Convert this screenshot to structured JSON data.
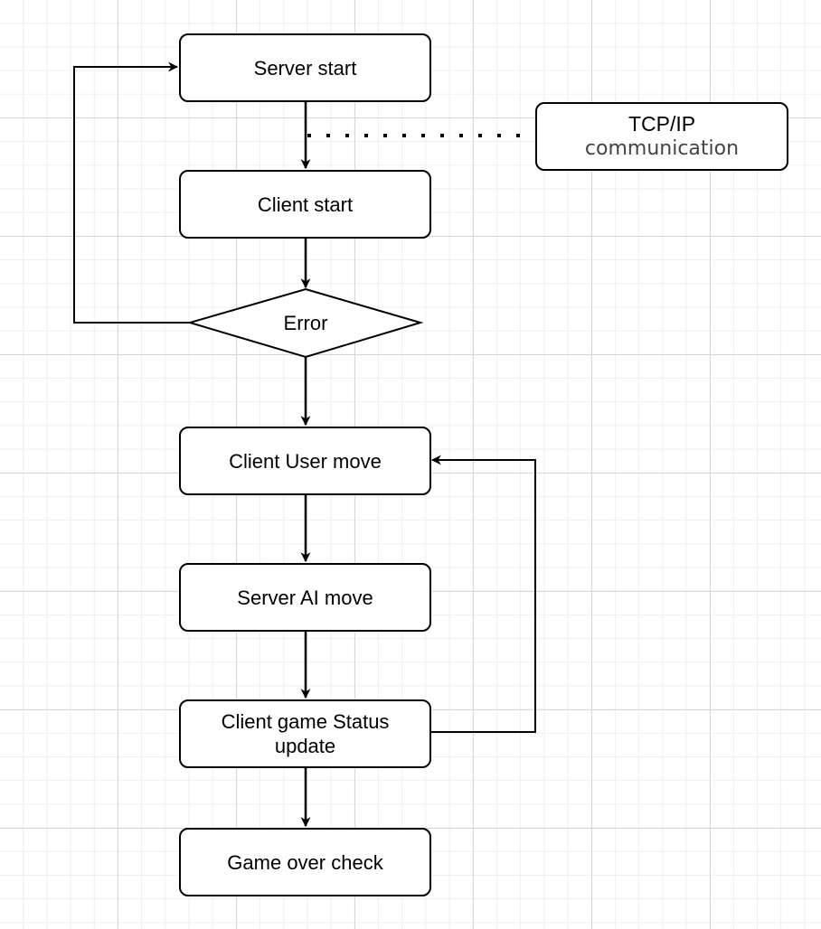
{
  "diagram": {
    "nodes": {
      "server_start": "Server start",
      "client_start": "Client start",
      "error": "Error",
      "client_user_move": "Client User move",
      "server_ai_move": "Server AI move",
      "client_game_status_update": "Client game Status update",
      "game_over_check": "Game over check",
      "tcp_ip_line1": "TCP/IP",
      "tcp_ip_line2": "communication"
    },
    "colors": {
      "stroke": "#000000",
      "fill": "#ffffff",
      "note_text": "#444444",
      "grid_major": "#d6d6d6",
      "grid_minor": "#efefef"
    }
  }
}
